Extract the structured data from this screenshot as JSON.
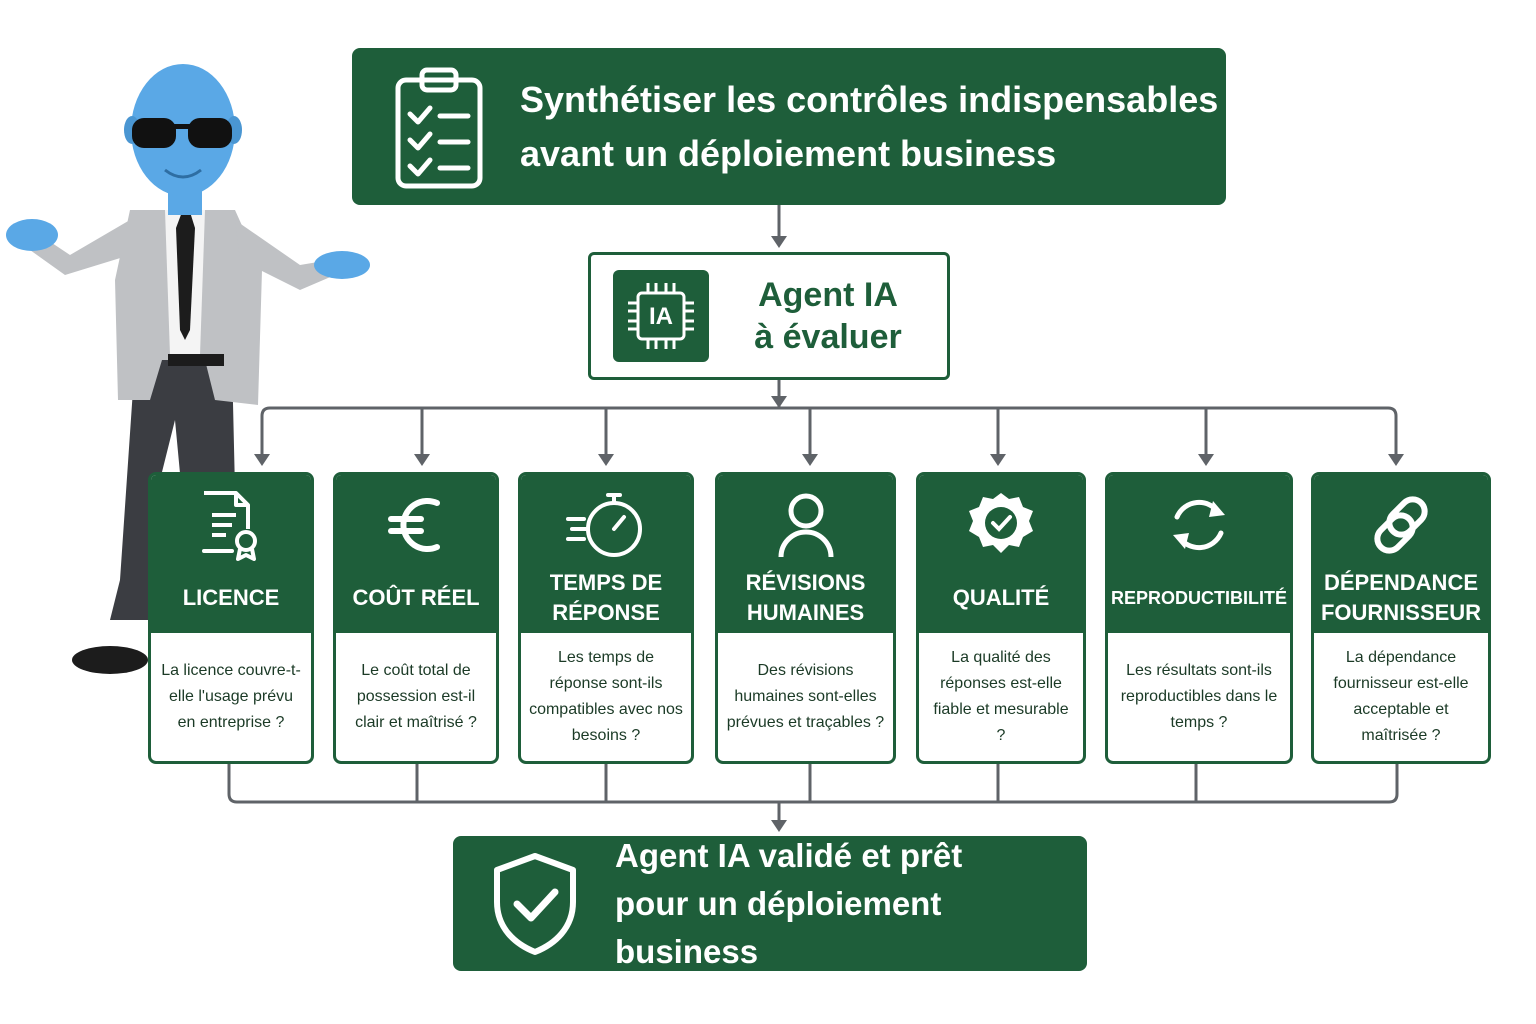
{
  "header": {
    "title_line1": "Synthétiser les contrôles indispensables",
    "title_line2": "avant un déploiement business"
  },
  "agent": {
    "chip_text": "IA",
    "line1": "Agent IA",
    "line2": "à évaluer"
  },
  "checks": [
    {
      "title": "LICENCE",
      "icon": "license-document-icon",
      "question": "La licence couvre-t-elle l'usage prévu en entreprise ?"
    },
    {
      "title": "COÛT RÉEL",
      "icon": "euro-icon",
      "question": "Le coût total de possession est-il clair et maîtrisé ?"
    },
    {
      "title": "TEMPS DE RÉPONSE",
      "icon": "stopwatch-icon",
      "question": "Les temps de réponse sont-ils compatibles avec nos besoins ?"
    },
    {
      "title": "RÉVISIONS HUMAINES",
      "icon": "person-icon",
      "question": "Des révisions humaines sont-elles prévues et traçables ?"
    },
    {
      "title": "QUALITÉ",
      "icon": "quality-badge-icon",
      "question": "La qualité des réponses est-elle fiable et mesurable ?"
    },
    {
      "title": "REPRODUCTIBILITÉ",
      "icon": "refresh-cycle-icon",
      "question": "Les résultats sont-ils reproductibles dans le temps ?"
    },
    {
      "title": "DÉPENDANCE FOURNISSEUR",
      "icon": "chain-link-icon",
      "question": "La dépendance fournisseur est-elle acceptable et maîtrisée ?"
    }
  ],
  "result": {
    "line1": "Agent IA validé et prêt",
    "line2": "pour un déploiement business"
  },
  "colors": {
    "primary_green": "#1e5e3a",
    "connector_gray": "#5f6368",
    "mascot_skin": "#5aa8e6"
  }
}
